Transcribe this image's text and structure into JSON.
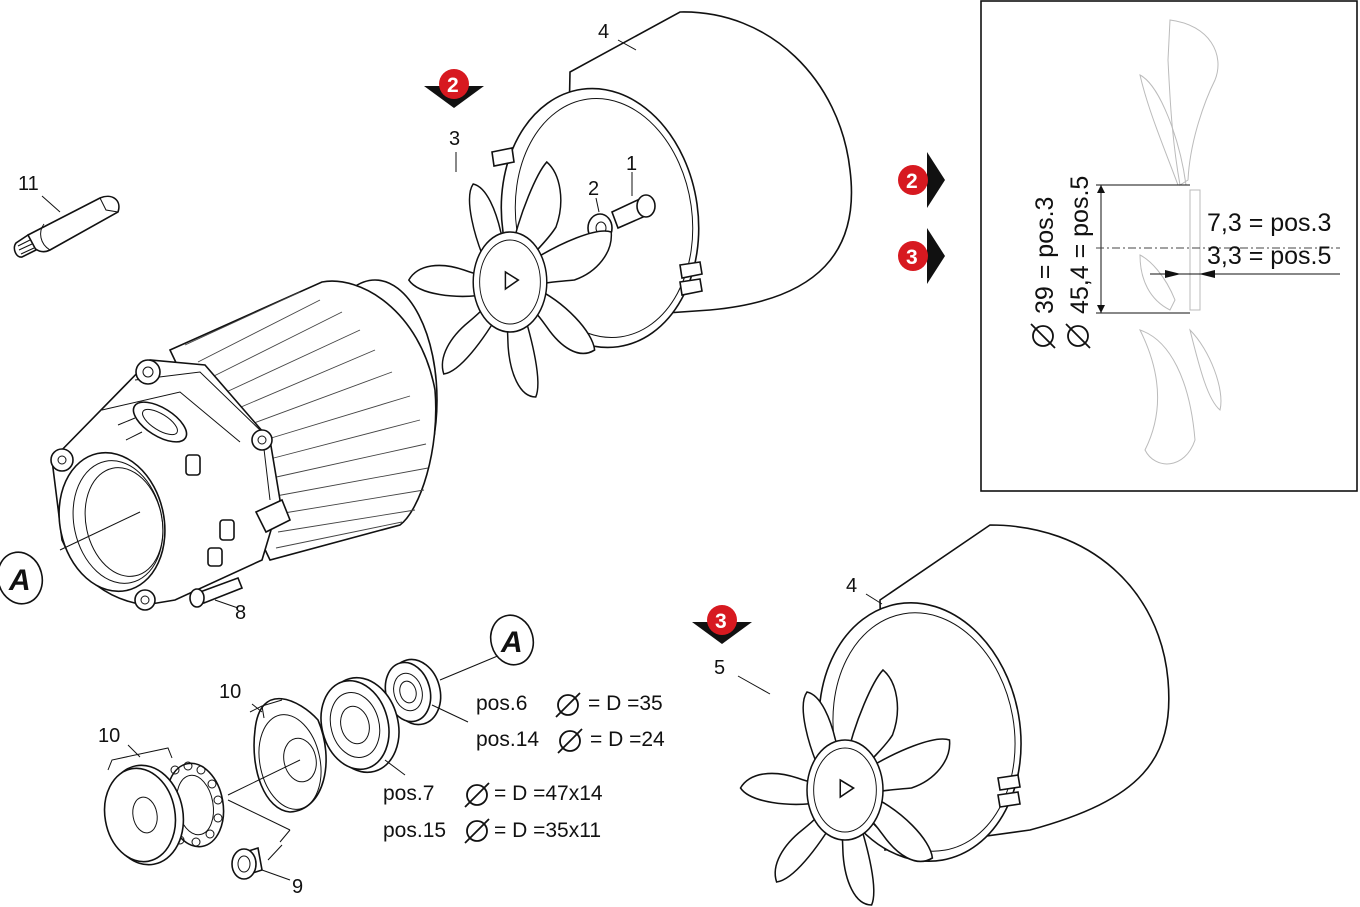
{
  "callouts": {
    "c1": "1",
    "c2": "2",
    "c3": "3",
    "c4a": "4",
    "c4b": "4",
    "c5": "5",
    "c8": "8",
    "c9": "9",
    "c10a": "10",
    "c10b": "10",
    "c11": "11"
  },
  "markers": {
    "m2": "2",
    "m3": "3",
    "detail_m2": "2",
    "detail_m3": "3",
    "color": "#d71920"
  },
  "reference_A": "A",
  "specs": {
    "pos6": {
      "pos": "pos.6",
      "value": "= D =35"
    },
    "pos14": {
      "pos": "pos.14",
      "value": "= D =24"
    },
    "pos7": {
      "pos": "pos.7",
      "value": "= D =47x14"
    },
    "pos15": {
      "pos": "pos.15",
      "value": "= D =35x11"
    },
    "diameter_symbol_icon": "diameter-symbol"
  },
  "detail": {
    "dia_pos3": "39 = pos.3",
    "dia_pos5": "45,4 = pos.5",
    "offset_pos3": "7,3 = pos.3",
    "offset_pos5": "3,3 = pos.5"
  }
}
